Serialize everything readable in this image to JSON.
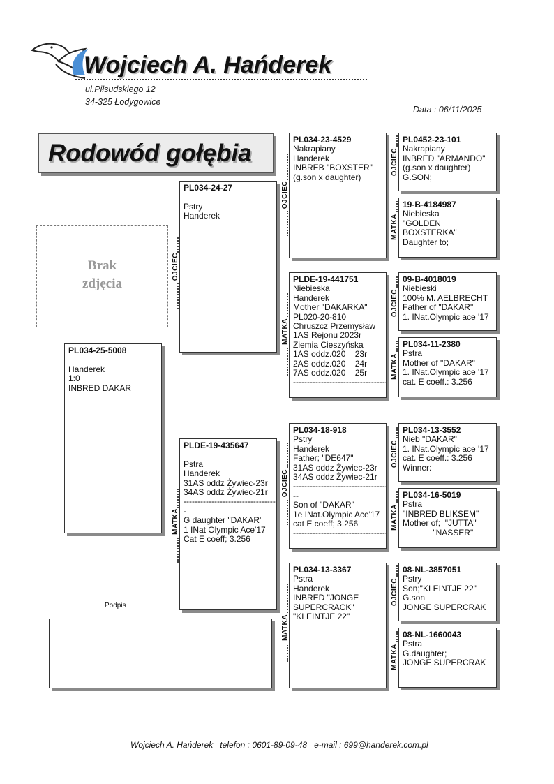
{
  "header": {
    "name": "Wojciech A. Hańderek",
    "address_line1": "ul.Piłsudskiego 12",
    "address_line2": "34-325 Łodygowice",
    "date_label": "Data :  06/11/2025"
  },
  "title": "Rodowód gołębia",
  "photo": {
    "line1": "Brak",
    "line2": "zdjęcia"
  },
  "signature_label": "Podpis",
  "labels": {
    "sire": "OJCIEC",
    "dam": "MATKA"
  },
  "subject": {
    "id": "PL034-25-5008",
    "lines": [
      "",
      "Handerek",
      "1:0",
      "INBRED DAKAR"
    ]
  },
  "sire": {
    "id": "PL034-24-27",
    "lines": [
      "",
      "Pstry",
      "Handerek"
    ]
  },
  "dam": {
    "id": "PLDE-19-435647",
    "lines": [
      "",
      "Pstra",
      "Handerek",
      "31AS oddz Żywiec-23r",
      "34AS oddz Żywiec-21r",
      "-----------------------------------",
      "-",
      "G daughter \"DAKAR'",
      "1 INat Olympic Ace'17",
      "Cat E coeff; 3.256"
    ]
  },
  "ss": {
    "id": "PL034-23-4529",
    "lines": [
      "Nakrapiany",
      "Handerek",
      "INBREB \"BOXSTER\"",
      "(g.son x daughter)"
    ]
  },
  "sd": {
    "id": "PLDE-19-441751",
    "lines": [
      "Niebieska",
      "Handerek",
      "Mother \"DAKARKA\"",
      "PL020-20-810",
      "Chruszcz Przemysław",
      "1AS Rejonu 2023r",
      "Ziemia Cieszyńska",
      "1AS oddz.020    23r",
      "2AS oddz.020    24r",
      "7AS oddz.020    25r",
      "-----------------------------------"
    ]
  },
  "ds": {
    "id": "PL034-18-918",
    "lines": [
      "Pstry",
      "Handerek",
      "Father; \"DE647\"",
      "31AS oddz Żywiec-23r",
      "34AS oddz Żywiec-21r",
      "-----------------------------------",
      "--",
      "Son of \"DAKAR\"",
      "1e INat.Olympic Ace'17",
      "cat E coeff; 3.256",
      "-----------------------------------"
    ]
  },
  "dd": {
    "id": "PL034-13-3367",
    "lines": [
      "Pstra",
      "Handerek",
      "INBRED \"JONGE",
      "SUPERCRACK\"",
      "\"KLEINTJE 22\""
    ]
  },
  "sss": {
    "id": "PL0452-23-101",
    "lines": [
      "Nakrapiany",
      "INBRED \"ARMANDO\"",
      "(g.son x daughter)",
      "G.SON;"
    ]
  },
  "ssd": {
    "id": "19-B-4184987",
    "lines": [
      "Niebieska",
      "\"GOLDEN",
      "BOXSTERKA\"",
      "Daughter to;"
    ]
  },
  "sds": {
    "id": "09-B-4018019",
    "lines": [
      "Niebieski",
      "100% M. AELBRECHT",
      "Father of \"DAKAR\"",
      "1. INat.Olympic ace '17"
    ]
  },
  "sdd": {
    "id": "PL034-11-2380",
    "lines": [
      "Pstra",
      "Mother of \"DAKAR\"",
      "1. INat.Olympic ace '17",
      "cat. E coeff.: 3.256"
    ]
  },
  "dss": {
    "id": "PL034-13-3552",
    "lines": [
      "Nieb \"DAKAR\"",
      "1. INat.Olympic ace '17",
      "cat. E coeff.: 3.256",
      "Winner:"
    ]
  },
  "dsd": {
    "id": "PL034-16-5019",
    "lines": [
      "Pstra",
      "\"INBRED BLIKSEM\"",
      "Mother of;  \"JUTTA\"",
      "             \"NASSER\""
    ]
  },
  "dds": {
    "id": "08-NL-3857051",
    "lines": [
      "Pstry",
      "Son;\"KLEINTJE 22\"",
      "G.son",
      "JONGE SUPERCRAK"
    ]
  },
  "ddd": {
    "id": "08-NL-1660043",
    "lines": [
      "Pstra",
      "G.daughter;",
      "JONGE SUPERCRAK"
    ]
  },
  "footer": {
    "name": "Wojciech A. Hańderek",
    "phone": "telefon : 0601-89-09-48",
    "email": "e-mail : 699@handerek.com.pl"
  }
}
